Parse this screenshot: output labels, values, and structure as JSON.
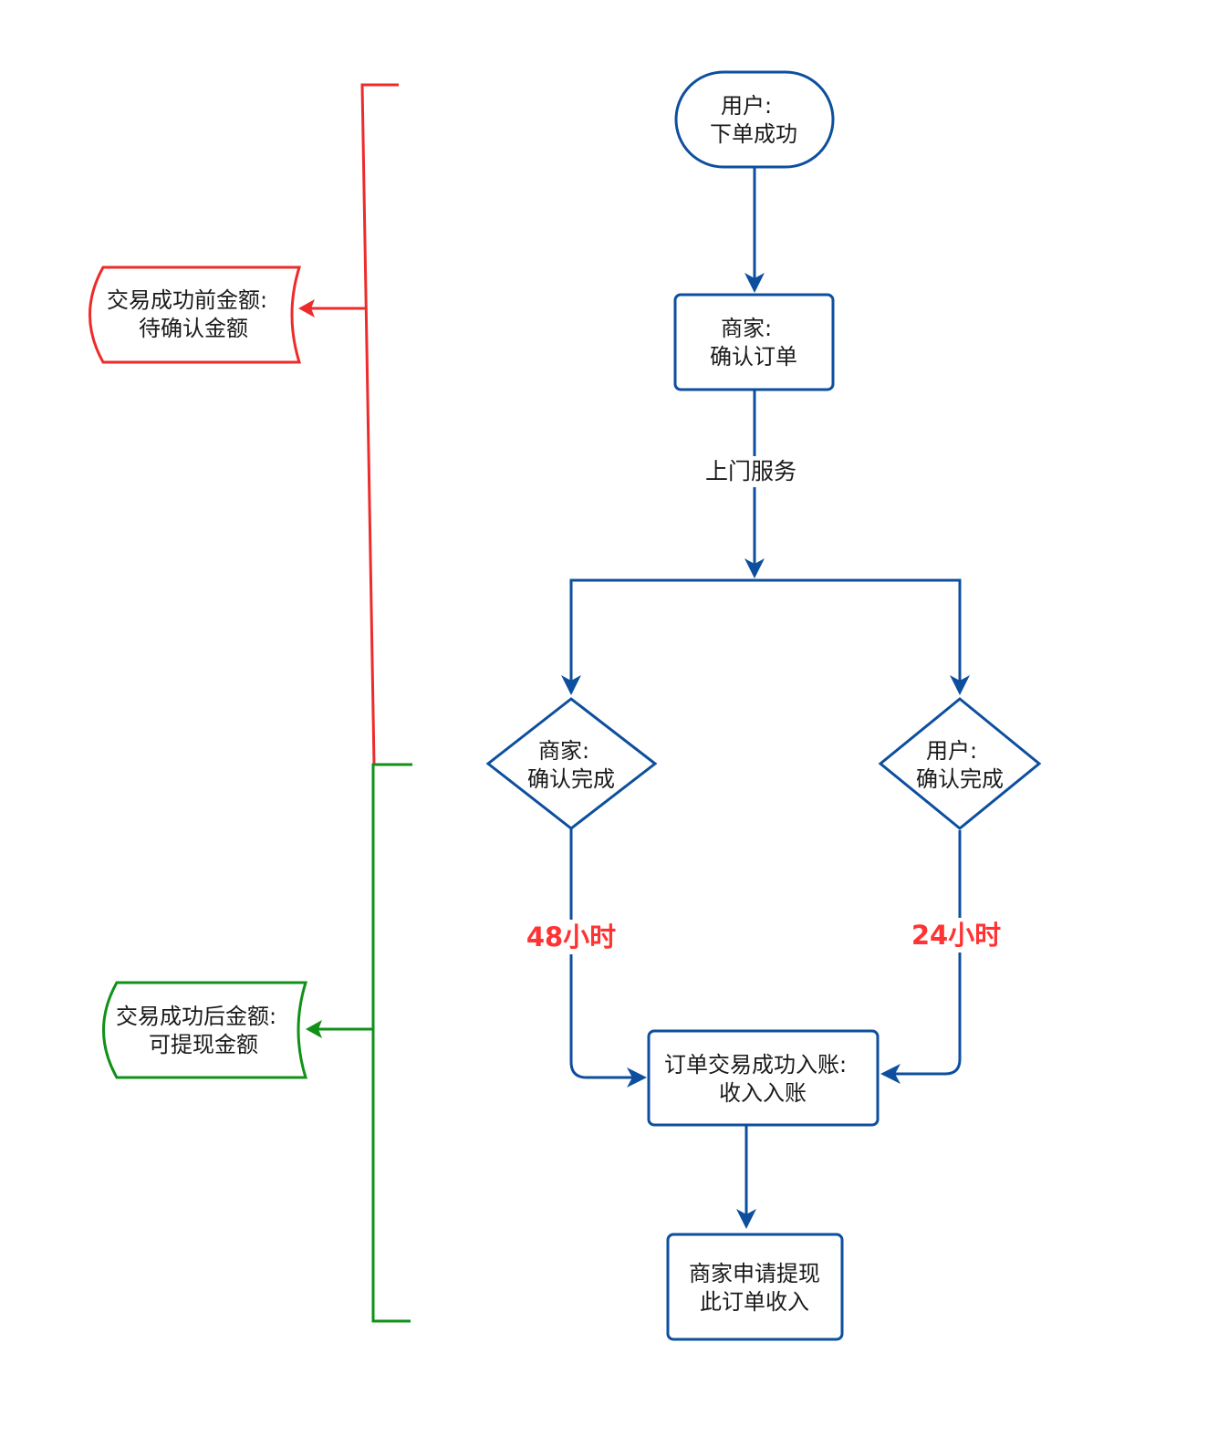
{
  "colors": {
    "flow": "#0d4f9e",
    "red": "#ee2b2b",
    "green": "#109118",
    "highlight": "#ff3333",
    "text": "#1a1a1a"
  },
  "nodes": {
    "start": {
      "line1": "用户:",
      "line2": "下单成功"
    },
    "merchant_confirm_order": {
      "line1": "商家:",
      "line2": "确认订单"
    },
    "merchant_confirm_complete": {
      "line1": "商家:",
      "line2": "确认完成"
    },
    "user_confirm_complete": {
      "line1": "用户:",
      "line2": "确认完成"
    },
    "income_recorded": {
      "line1": "订单交易成功入账:",
      "line2": "收入入账"
    },
    "withdraw": {
      "line1": "商家申请提现",
      "line2": "此订单收入"
    }
  },
  "edges": {
    "service_label": "上门服务",
    "merchant_wait": "48小时",
    "user_wait": "24小时"
  },
  "side_notes": {
    "pending": {
      "line1": "交易成功前金额:",
      "line2": "待确认金额"
    },
    "available": {
      "line1": "交易成功后金额:",
      "line2": "可提现金额"
    }
  }
}
